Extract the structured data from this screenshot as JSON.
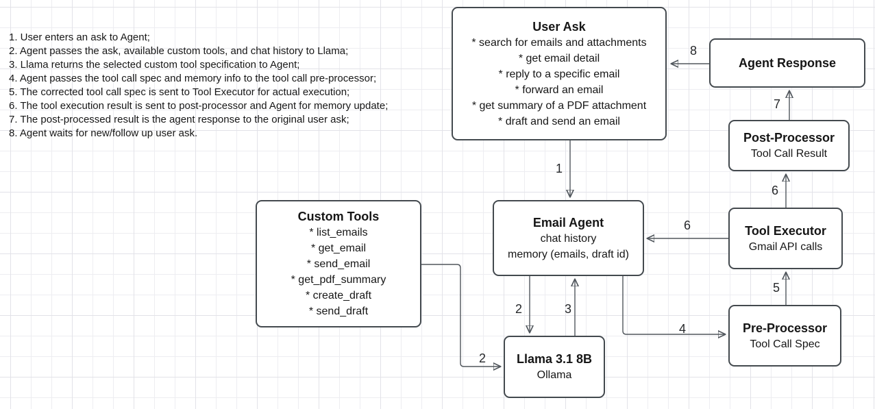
{
  "colors": {
    "border": "#43494e",
    "edge": "#50565c",
    "text": "#161616",
    "grid-minor": "#ededf1",
    "grid-major": "#e2e2e8",
    "bg": "#ffffff"
  },
  "notes": {
    "items": [
      "1. User enters an ask to Agent;",
      "2. Agent passes the ask, available custom tools, and chat history to Llama;",
      "3. Llama returns the selected custom tool specification to Agent;",
      "4. Agent passes the tool call spec and memory info to the tool call pre-processor;",
      "5. The corrected tool call spec is sent to Tool Executor for actual execution;",
      "6. The tool execution result is sent to post-processor and Agent for memory update;",
      "7. The post-processed result is the agent response to the original user ask;",
      "8. Agent waits for new/follow up user ask."
    ]
  },
  "nodes": {
    "user_ask": {
      "title": "User Ask",
      "items": [
        "* search for emails and attachments",
        "* get email detail",
        "* reply to a specific email",
        "* forward an email",
        "* get summary of a PDF attachment",
        "* draft and send an email"
      ]
    },
    "agent_response": {
      "title": "Agent Response"
    },
    "post_processor": {
      "title": "Post-Processor",
      "subtitle": "Tool Call Result"
    },
    "tool_executor": {
      "title": "Tool Executor",
      "subtitle": "Gmail API calls"
    },
    "pre_processor": {
      "title": "Pre-Processor",
      "subtitle": "Tool Call Spec"
    },
    "email_agent": {
      "title": "Email Agent",
      "line1": "chat history",
      "line2": "memory (emails, draft id)"
    },
    "custom_tools": {
      "title": "Custom Tools",
      "items": [
        "* list_emails",
        "* get_email",
        "* send_email",
        "* get_pdf_summary",
        "* create_draft",
        "* send_draft"
      ]
    },
    "llama": {
      "title": "Llama 3.1 8B",
      "subtitle": "Ollama"
    }
  },
  "edge_labels": {
    "step1": "1",
    "step2_agent_to_llama": "2",
    "step2_tools_to_llama": "2",
    "step3": "3",
    "step4": "4",
    "step5": "5",
    "step6_to_agent": "6",
    "step6_to_post": "6",
    "step7": "7",
    "step8": "8"
  }
}
